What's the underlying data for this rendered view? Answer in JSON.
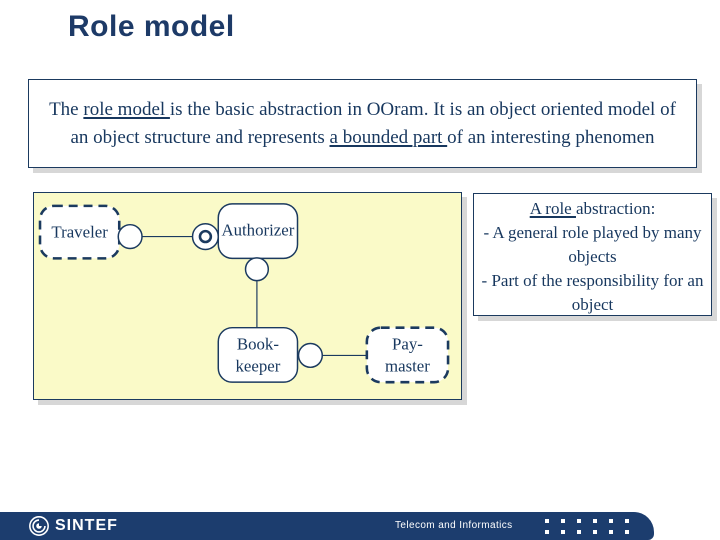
{
  "slide": {
    "title": "Role model"
  },
  "definition_box": {
    "segments": [
      {
        "text": "The ",
        "underline": false
      },
      {
        "text": "role model ",
        "underline": true
      },
      {
        "text": "is the basic abstraction in OOram. It is an object oriented model of an object structure and represents ",
        "underline": false
      },
      {
        "text": "a bounded part ",
        "underline": true
      },
      {
        "text": "of an interesting phenomen",
        "underline": false
      }
    ]
  },
  "note_box": {
    "heading_segments": [
      {
        "text": "A role ",
        "underline": true
      },
      {
        "text": "abstraction:",
        "underline": false
      }
    ],
    "bullet1": "- A general role played by many objects",
    "bullet2": "- Part of the responsibility for an object"
  },
  "diagram": {
    "roles": {
      "traveler": "Traveler",
      "authorizer": "Authorizer",
      "bookkeeper_line1": "Book-",
      "bookkeeper_line2": "keeper",
      "paymaster_line1": "Pay-",
      "paymaster_line2": "master"
    }
  },
  "footer": {
    "logo_text": "SINTEF",
    "department": "Telecom and Informatics"
  },
  "colors": {
    "navy_text": "#17375e",
    "diagram_background": "#fafac8",
    "footer_background": "#1c3d6e",
    "shadow_gray": "#d7d7d7"
  }
}
